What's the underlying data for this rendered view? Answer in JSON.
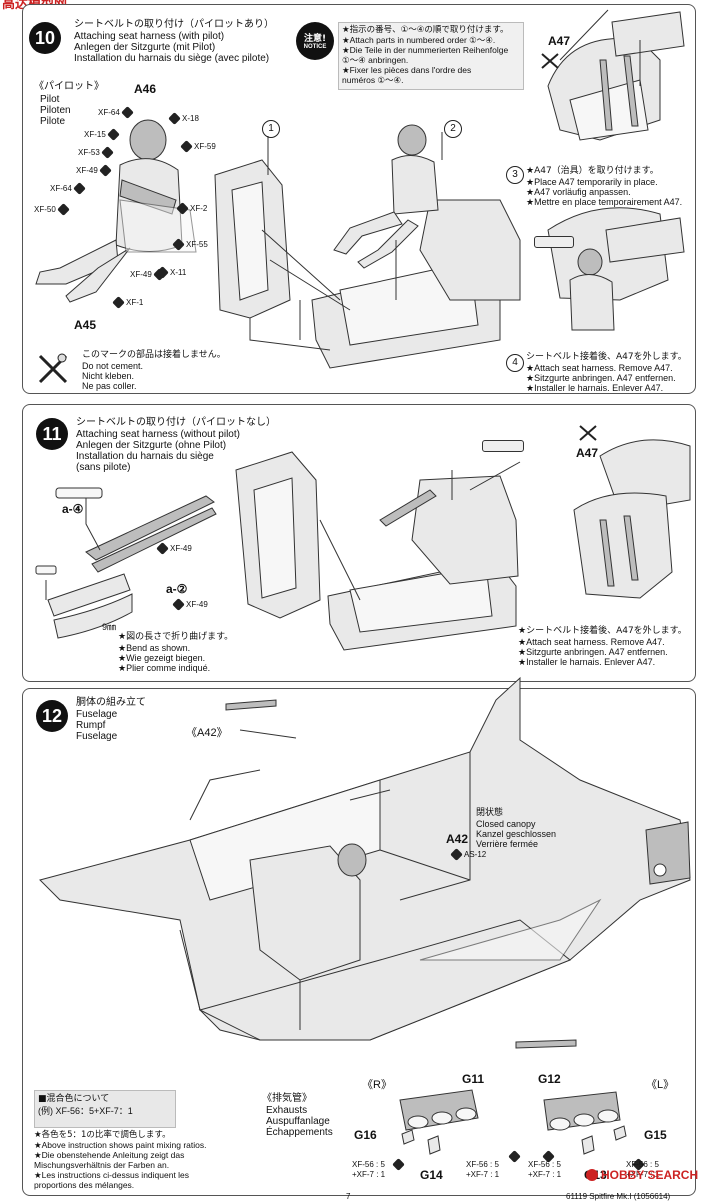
{
  "watermarks": {
    "top_left": "高达模型网",
    "bottom_right": "HOBBY SEARCH"
  },
  "step10": {
    "number": "10",
    "title_jp": "シートベルトの取り付け（パイロットあり）",
    "title_en": "Attaching seat harness (with pilot)",
    "title_de": "Anlegen der Sitzgurte (mit Pilot)",
    "title_fr": "Installation du harnais du siège (avec pilote)",
    "notice_badge_jp": "注意!",
    "notice_badge_en": "NOTICE",
    "notice_lines": [
      "★指示の番号、①～④の順で取り付けます。",
      "★Attach parts in numbered order ①～④.",
      "★Die Teile in der nummerierten Reihenfolge",
      "  ①～④ anbringen.",
      "★Fixer les pièces dans l'ordre des",
      "  numéros ①～④."
    ],
    "pilot_heading": "《パイロット》",
    "pilot_names": [
      "Pilot",
      "Piloten",
      "Pilote"
    ],
    "pilot_part": "A46",
    "pilot_base_part": "A45",
    "pilot_paints": [
      "XF-64",
      "XF-15",
      "XF-53",
      "XF-49",
      "XF-64",
      "XF-50",
      "X-18",
      "XF-59",
      "XF-2",
      "XF-55",
      "XF-49",
      "X-11",
      "XF-1"
    ],
    "no_cement": [
      "このマークの部品は接着しません。",
      "Do not cement.",
      "Nicht kleben.",
      "Ne pas coller."
    ],
    "callout_1": "1",
    "callout_2": "2",
    "callout_3": "3",
    "callout_4": "4",
    "a47_label": "A47",
    "sub3": [
      "★A47（治具）を取り付けます。",
      "★Place A47 temporarily in place.",
      "★A47 vorläufig anpassen.",
      "★Mettre en place temporairement A47."
    ],
    "sub4": [
      "シートベルト接着後、A47を外します。",
      "★Attach seat harness. Remove A47.",
      "★Sitzgurte anbringen. A47 entfernen.",
      "★Installer le harnais. Enlever A47."
    ]
  },
  "step11": {
    "number": "11",
    "title_jp": "シートベルトの取り付け（パイロットなし）",
    "title_en": "Attaching seat harness (without pilot)",
    "title_de": "Anlegen der Sitzgurte (ohne Pilot)",
    "title_fr_1": "Installation du harnais du siège",
    "title_fr_2": "(sans pilote)",
    "a4_label": "a-④",
    "a2_label": "a-②",
    "paint_1": "XF-49",
    "paint_2": "XF-49",
    "dim": "9㎜",
    "bend": [
      "★図の長さで折り曲げます。",
      "★Bend as shown.",
      "★Wie gezeigt biegen.",
      "★Plier comme indiqué."
    ],
    "a47_label": "A47",
    "remove": [
      "★シートベルト接着後、A47を外します。",
      "★Attach seat harness. Remove A47.",
      "★Sitzgurte anbringen. A47 entfernen.",
      "★Installer le harnais. Enlever A47."
    ]
  },
  "step12": {
    "number": "12",
    "title_jp": "胴体の組み立て",
    "title_en": "Fuselage",
    "title_de": "Rumpf",
    "title_fr": "Fuselage",
    "a42_ref": "《A42》",
    "a42_label": "A42",
    "a42_paint": "AS-12",
    "canopy": [
      "閉状態",
      "Closed canopy",
      "Kanzel geschlossen",
      "Verrière fermée"
    ],
    "mix_title_jp": "■混合色について",
    "mix_example": "(例) XF-56：5+XF-7：1",
    "mix_notes": [
      "★各色を5：1の比率で調色します。",
      "★Above instruction shows paint mixing ratios.",
      "★Die obenstehende Anleitung zeigt das",
      "  Mischungsverhältnis der Farben an.",
      "★Les instructions ci-dessus indiquent les",
      "  proportions des mélanges."
    ],
    "exhaust_heading": "《排気管》",
    "exhaust_names": [
      "Exhausts",
      "Auspuffanlage",
      "Échappements"
    ],
    "r_label": "《R》",
    "l_label": "《L》",
    "parts": {
      "g11": "G11",
      "g12": "G12",
      "g16": "G16",
      "g15": "G15",
      "g14": "G14",
      "g13": "G13"
    },
    "mix_left": [
      "XF-56 : 5",
      "+XF-7 : 1"
    ],
    "mix_mid1": [
      "XF-56 : 5",
      "+XF-7 : 1"
    ],
    "mix_mid2": [
      "XF-56 : 5",
      "+XF-7 : 1"
    ],
    "mix_right": [
      "XF-56 : 5",
      "+XF-7 : 1"
    ]
  },
  "footer": {
    "page_fragment": "7",
    "code_fragment": "61119 Spitfire Mk.I (1056614)"
  }
}
